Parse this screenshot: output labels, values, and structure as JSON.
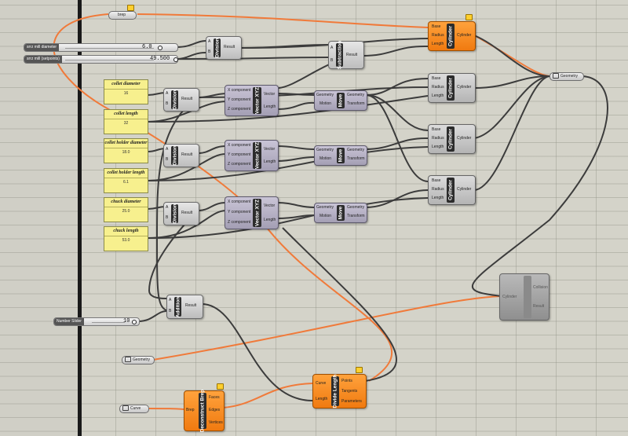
{
  "canvas": {
    "wire_orange": "#f07a3a",
    "wire_dark": "#3c3c3c"
  },
  "sliders": [
    {
      "label": "srrz mill diameter",
      "value": "6.0"
    },
    {
      "label": "srrz mill (setpoints)",
      "value": "49.500"
    },
    {
      "label": "Number Slider",
      "value": "10"
    }
  ],
  "param_brep": {
    "label": "brep"
  },
  "param_geometry": {
    "label": "Geometry"
  },
  "param_geometry2": {
    "label": "Geometry"
  },
  "param_curve": {
    "label": "Curve"
  },
  "panels": [
    {
      "title": "collet diameter",
      "value": "16"
    },
    {
      "title": "collet length",
      "value": "32"
    },
    {
      "title": "collet holder diameter",
      "value": "18.0"
    },
    {
      "title": "collet holder length",
      "value": "6.1"
    },
    {
      "title": "chuck diameter",
      "value": "25.0"
    },
    {
      "title": "chuck length",
      "value": "53.0"
    }
  ],
  "divisions": [
    {
      "name": "Division",
      "inputs": [
        "A",
        "B"
      ],
      "output": "Result"
    },
    {
      "name": "Division",
      "inputs": [
        "A",
        "B"
      ],
      "output": "Result"
    },
    {
      "name": "Division",
      "inputs": [
        "A",
        "B"
      ],
      "output": "Result"
    },
    {
      "name": "Division",
      "inputs": [
        "A",
        "B"
      ],
      "output": "Result"
    }
  ],
  "subtraction": {
    "name": "Subtraction",
    "inputs": [
      "A",
      "B"
    ],
    "output": "Result"
  },
  "addition": {
    "name": "Addition",
    "inputs": [
      "A",
      "B"
    ],
    "output": "Result"
  },
  "vectors": [
    {
      "name": "Vector XYZ",
      "inputs": [
        "X component",
        "Y component",
        "Z component"
      ],
      "outputs": [
        "Vector",
        "Length"
      ]
    },
    {
      "name": "Vector XYZ",
      "inputs": [
        "X component",
        "Y component",
        "Z component"
      ],
      "outputs": [
        "Vector",
        "Length"
      ]
    },
    {
      "name": "Vector XYZ",
      "inputs": [
        "X component",
        "Y component",
        "Z component"
      ],
      "outputs": [
        "Vector",
        "Length"
      ]
    }
  ],
  "moves": [
    {
      "name": "Move",
      "inputs": [
        "Geometry",
        "Motion"
      ],
      "outputs": [
        "Geometry",
        "Transform"
      ]
    },
    {
      "name": "Move",
      "inputs": [
        "Geometry",
        "Motion"
      ],
      "outputs": [
        "Geometry",
        "Transform"
      ]
    },
    {
      "name": "Move",
      "inputs": [
        "Geometry",
        "Motion"
      ],
      "outputs": [
        "Geometry",
        "Transform"
      ]
    }
  ],
  "cylinders": [
    {
      "name": "Cylinder",
      "inputs": [
        "Base",
        "Radius",
        "Length"
      ],
      "output": "Cylinder"
    },
    {
      "name": "Cylinder",
      "inputs": [
        "Base",
        "Radius",
        "Length"
      ],
      "output": "Cylinder"
    },
    {
      "name": "Cylinder",
      "inputs": [
        "Base",
        "Radius",
        "Length"
      ],
      "output": "Cylinder"
    },
    {
      "name": "Cylinder",
      "inputs": [
        "Base",
        "Radius",
        "Length"
      ],
      "output": "Cylinder"
    }
  ],
  "divide_length": {
    "name": "Divide Length",
    "inputs": [
      "Curve",
      "Length"
    ],
    "outputs": [
      "Points",
      "Tangents",
      "Parameters"
    ]
  },
  "deconstruct_brep": {
    "name": "Deconstruct Brep",
    "inputs": [
      "Brep"
    ],
    "outputs": [
      "Faces",
      "Edges",
      "Vertices"
    ]
  },
  "blank_component": {
    "inputs": [
      "Cylinder"
    ],
    "outputs": [
      "Collision",
      "Result"
    ]
  }
}
